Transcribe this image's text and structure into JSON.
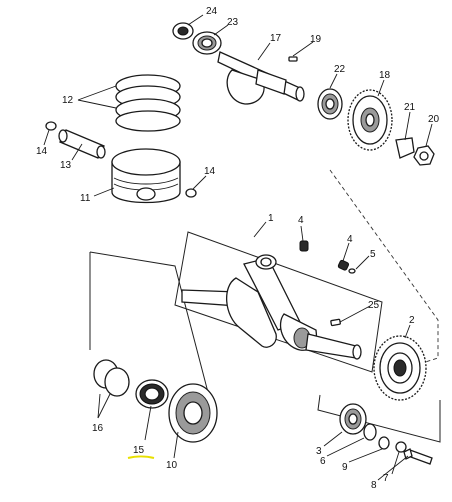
{
  "diagram": {
    "callouts": [
      {
        "id": "1",
        "text": "1"
      },
      {
        "id": "2",
        "text": "2"
      },
      {
        "id": "3",
        "text": "3"
      },
      {
        "id": "4a",
        "text": "4"
      },
      {
        "id": "4b",
        "text": "4"
      },
      {
        "id": "5",
        "text": "5"
      },
      {
        "id": "6",
        "text": "6"
      },
      {
        "id": "7",
        "text": "7"
      },
      {
        "id": "8",
        "text": "8"
      },
      {
        "id": "9",
        "text": "9"
      },
      {
        "id": "10",
        "text": "10"
      },
      {
        "id": "11",
        "text": "11"
      },
      {
        "id": "12",
        "text": "12"
      },
      {
        "id": "13",
        "text": "13"
      },
      {
        "id": "14a",
        "text": "14"
      },
      {
        "id": "14b",
        "text": "14"
      },
      {
        "id": "15",
        "text": "15"
      },
      {
        "id": "16",
        "text": "16"
      },
      {
        "id": "17",
        "text": "17"
      },
      {
        "id": "18",
        "text": "18"
      },
      {
        "id": "19",
        "text": "19"
      },
      {
        "id": "20",
        "text": "20"
      },
      {
        "id": "21",
        "text": "21"
      },
      {
        "id": "22",
        "text": "22"
      },
      {
        "id": "23",
        "text": "23"
      },
      {
        "id": "24",
        "text": "24"
      },
      {
        "id": "25",
        "text": "25"
      }
    ],
    "colors": {
      "line": "#1a1a1a",
      "highlight": "#e8e000"
    }
  }
}
